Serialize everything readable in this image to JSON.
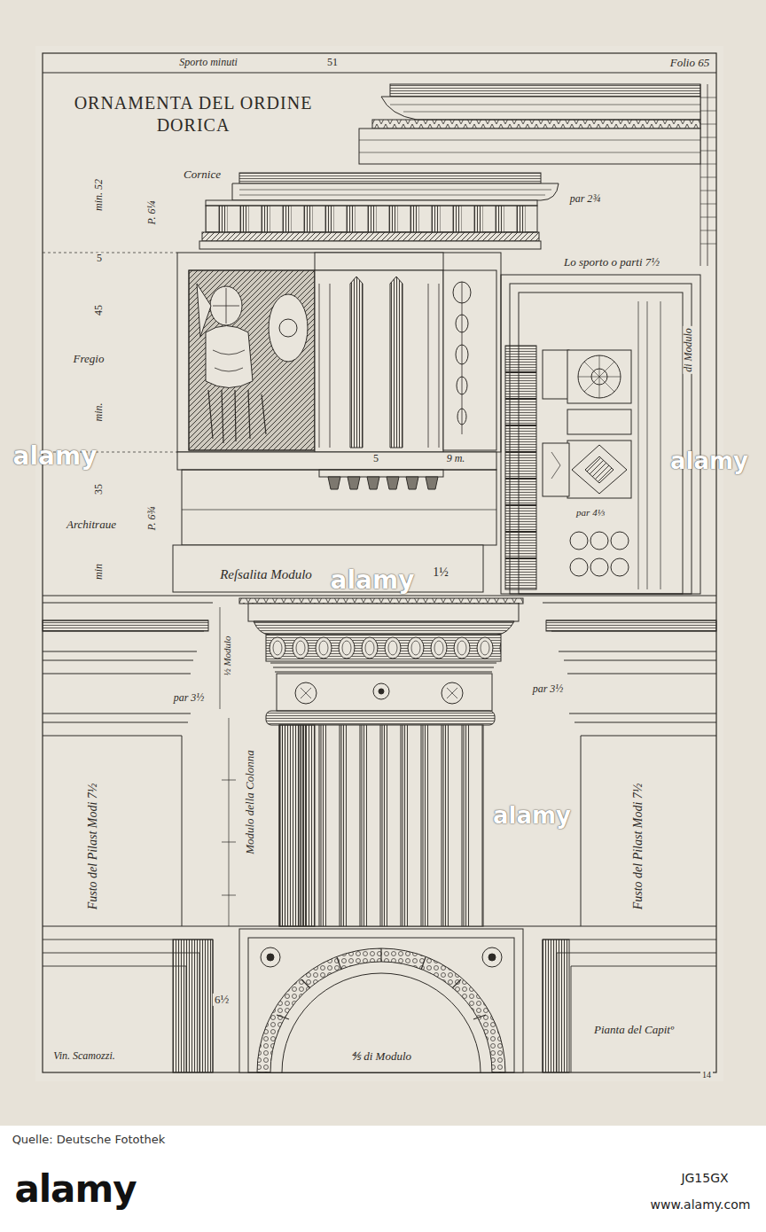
{
  "diagram": {
    "title": "ORNAMENTA DEL ORDINE DORICA",
    "labels": [
      "Sporto minuti",
      "51",
      "Folio 65",
      "Cornice",
      "min. 52",
      "P. 6¼",
      "5",
      "45",
      "Fregio",
      "min.",
      "35",
      "Architraue",
      "min",
      "P. 6¾",
      "Lo sporto o parti 7½",
      "par 2¾",
      "5",
      "9 m.",
      "Reſsalita Modulo",
      "1½",
      "di Modulo",
      "par 4⅓",
      "½ Modulo",
      "par 3½",
      "par 3½",
      "Fusto del Pilast Modi 7½",
      "Modulo della Colonna",
      "Fusto del Pilast Modi 7½",
      "6½",
      "⅘ di Modulo",
      "Pianta del Capitº",
      "Vin. Scamozzi.",
      "14",
      "Quelle: Deutsche Fotothek",
      "alamy",
      "alamy",
      "alamy",
      "alamy",
      "alamy",
      "JG15GX",
      "www.alamy.com"
    ]
  }
}
